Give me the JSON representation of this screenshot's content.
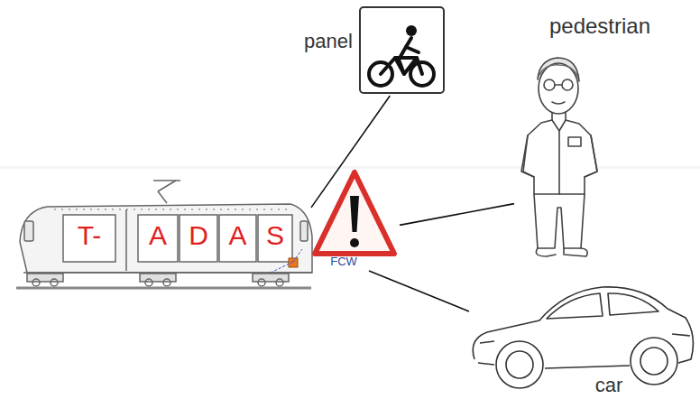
{
  "diagram": {
    "nodes": [
      {
        "text": [
          "T-",
          "A",
          "D",
          "A",
          "S"
        ]
      },
      {
        "text": [
          "FCW"
        ]
      },
      {
        "text": [
          "panel"
        ]
      },
      {
        "text": [
          "pedestrian"
        ]
      },
      {
        "text": [
          "car"
        ]
      }
    ],
    "edges": [
      {
        "from": 1,
        "to": 2,
        "arrow": "none"
      },
      {
        "from": 1,
        "to": 3,
        "arrow": "none"
      },
      {
        "from": 1,
        "to": 4,
        "arrow": "none"
      }
    ]
  }
}
